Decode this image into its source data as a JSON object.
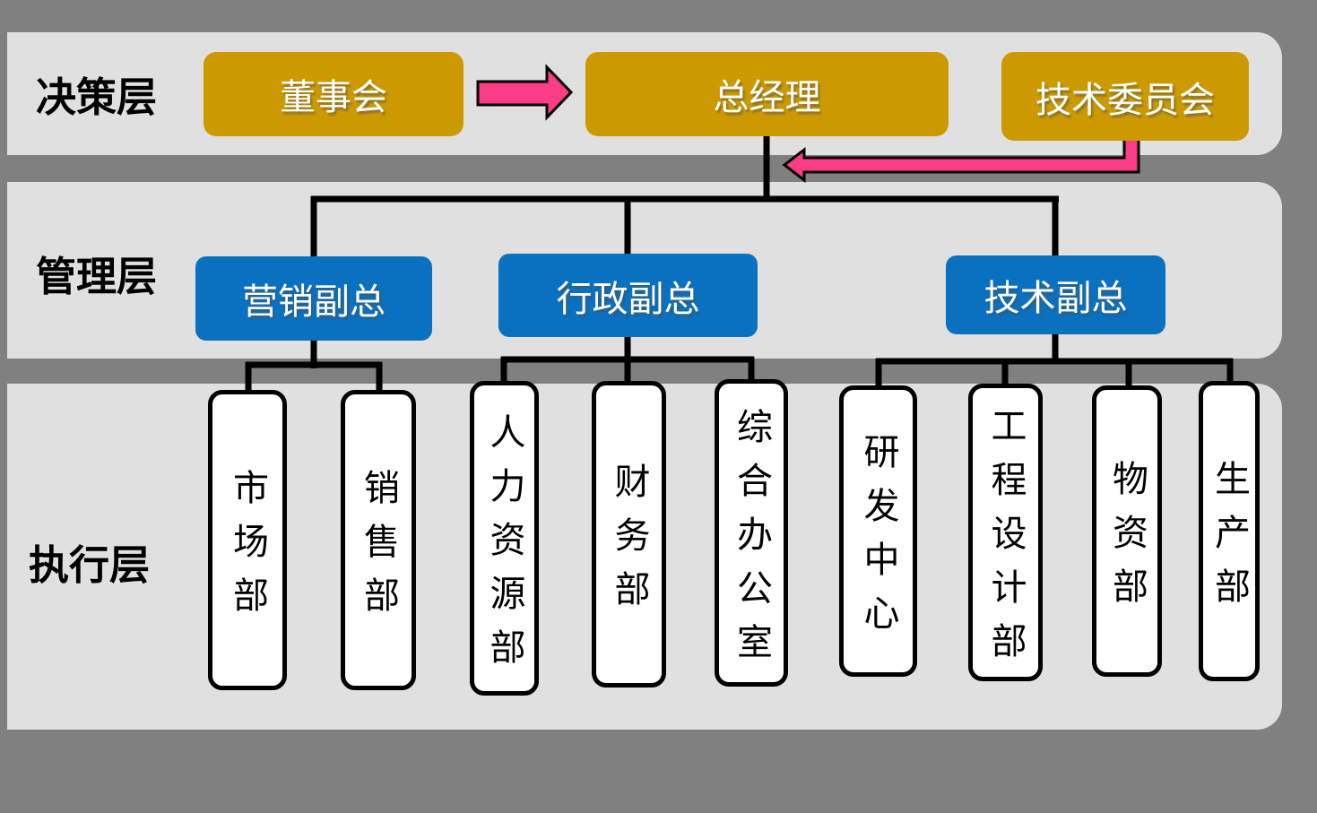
{
  "diagram": {
    "layers": [
      {
        "label": "决策层"
      },
      {
        "label": "管理层"
      },
      {
        "label": "执行层"
      }
    ],
    "decision_nodes": [
      {
        "label": "董事会"
      },
      {
        "label": "总经理"
      },
      {
        "label": "技术委员会"
      }
    ],
    "management_nodes": [
      {
        "label": "营销副总"
      },
      {
        "label": "行政副总"
      },
      {
        "label": "技术副总"
      }
    ],
    "execution_nodes": [
      {
        "label": "市场部"
      },
      {
        "label": "销售部"
      },
      {
        "label": "人力资源部"
      },
      {
        "label": "财务部"
      },
      {
        "label": "综合办公室"
      },
      {
        "label": "研发中心"
      },
      {
        "label": "工程设计部"
      },
      {
        "label": "物资部"
      },
      {
        "label": "生产部"
      }
    ],
    "edges": [
      {
        "from": "董事会",
        "to": "总经理"
      },
      {
        "from": "技术委员会",
        "to": "总经理"
      },
      {
        "from": "总经理",
        "to": "营销副总"
      },
      {
        "from": "总经理",
        "to": "行政副总"
      },
      {
        "from": "总经理",
        "to": "技术副总"
      },
      {
        "from": "营销副总",
        "to": "市场部"
      },
      {
        "from": "营销副总",
        "to": "销售部"
      },
      {
        "from": "行政副总",
        "to": "人力资源部"
      },
      {
        "from": "行政副总",
        "to": "财务部"
      },
      {
        "from": "行政副总",
        "to": "综合办公室"
      },
      {
        "from": "技术副总",
        "to": "研发中心"
      },
      {
        "from": "技术副总",
        "to": "工程设计部"
      },
      {
        "from": "技术副总",
        "to": "物资部"
      },
      {
        "from": "技术副总",
        "to": "生产部"
      }
    ],
    "colors": {
      "page_background": "#808080",
      "band_background": "#e0e0e0",
      "decision_node_fill": "#cc9a00",
      "management_node_fill": "#0a71c1",
      "execution_node_fill": "#ffffff",
      "arrow_fill": "#fb3c86",
      "connector_line": "#000000",
      "node_text": "#ffffff",
      "label_text": "#000000"
    }
  }
}
